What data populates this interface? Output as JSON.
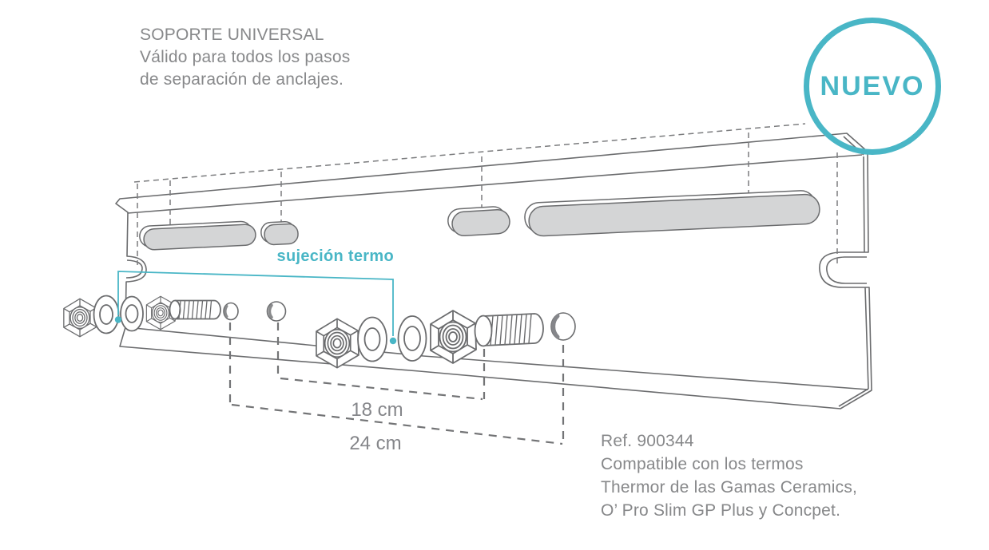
{
  "header": {
    "title": "SOPORTE UNIVERSAL",
    "line1": "Válido para todos los pasos",
    "line2": "de separación de anclajes."
  },
  "badge": {
    "label": "NUEVO"
  },
  "callout": {
    "label": "sujeción termo"
  },
  "dimensions": {
    "d18": "18 cm",
    "d24": "24 cm"
  },
  "product": {
    "ref": "Ref. 900344",
    "line1": "Compatible con los termos",
    "line2": "Thermor de las Gamas Ceramics,",
    "line3": "O’ Pro Slim GP Plus y Concpet."
  },
  "colors": {
    "accent": "#49b6c6",
    "line_art": "#6b6c6e",
    "dashed": "#7a7b7d",
    "text": "#87888a",
    "slot_fill": "#d4d5d6"
  }
}
